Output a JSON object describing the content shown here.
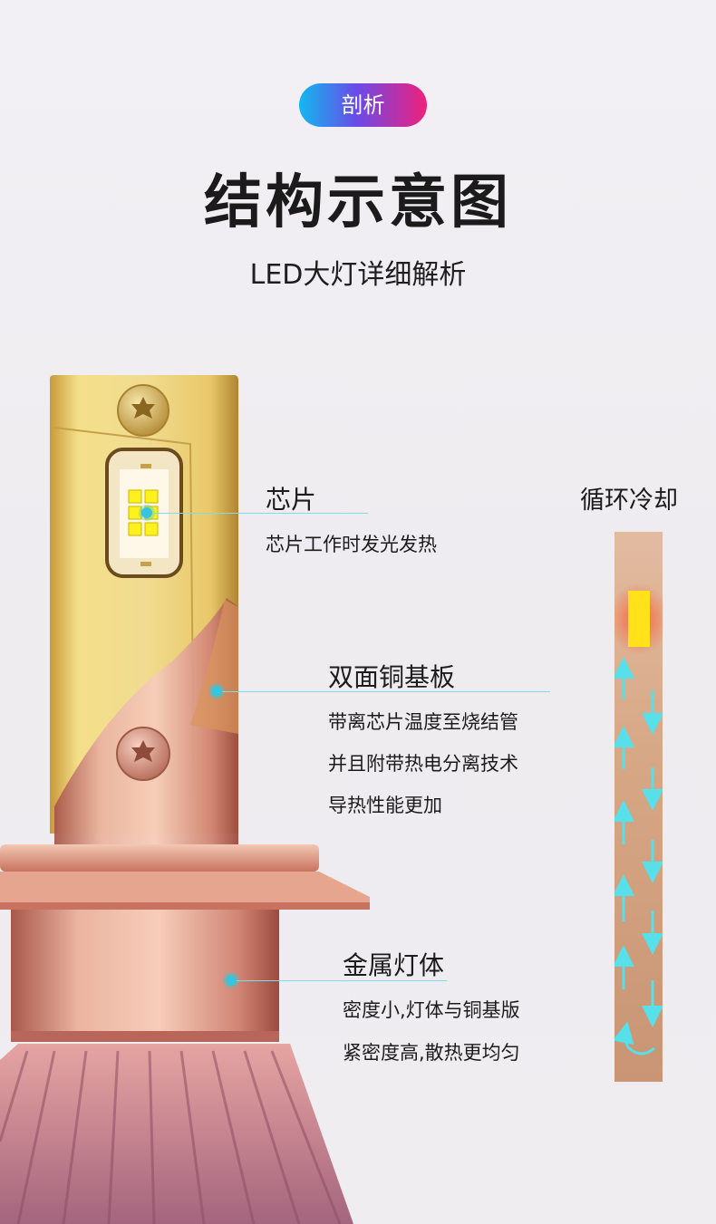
{
  "header": {
    "badge": "剖析",
    "title": "结构示意图",
    "subtitle": "LED大灯详细解析"
  },
  "callouts": [
    {
      "heading": "芯片",
      "lines": [
        "芯片工作时发光发热"
      ]
    },
    {
      "heading": "双面铜基板",
      "lines": [
        "带离芯片温度至烧结管",
        "并且附带热电分离技术",
        "导热性能更加"
      ]
    },
    {
      "heading": "金属灯体",
      "lines": [
        "密度小,灯体与铜基版",
        "紧密度高,散热更均匀"
      ]
    }
  ],
  "cooling": {
    "title": "循环冷却",
    "colors": {
      "heat": "#ffe21a",
      "arrow": "#58e0ea",
      "bar": "#d7a886"
    }
  },
  "colors": {
    "badge_start": "#12b8f0",
    "badge_end": "#f0207a",
    "gold": "#e8cc6a",
    "copper": "#d98970",
    "accent_line": "#7fdbe8"
  }
}
